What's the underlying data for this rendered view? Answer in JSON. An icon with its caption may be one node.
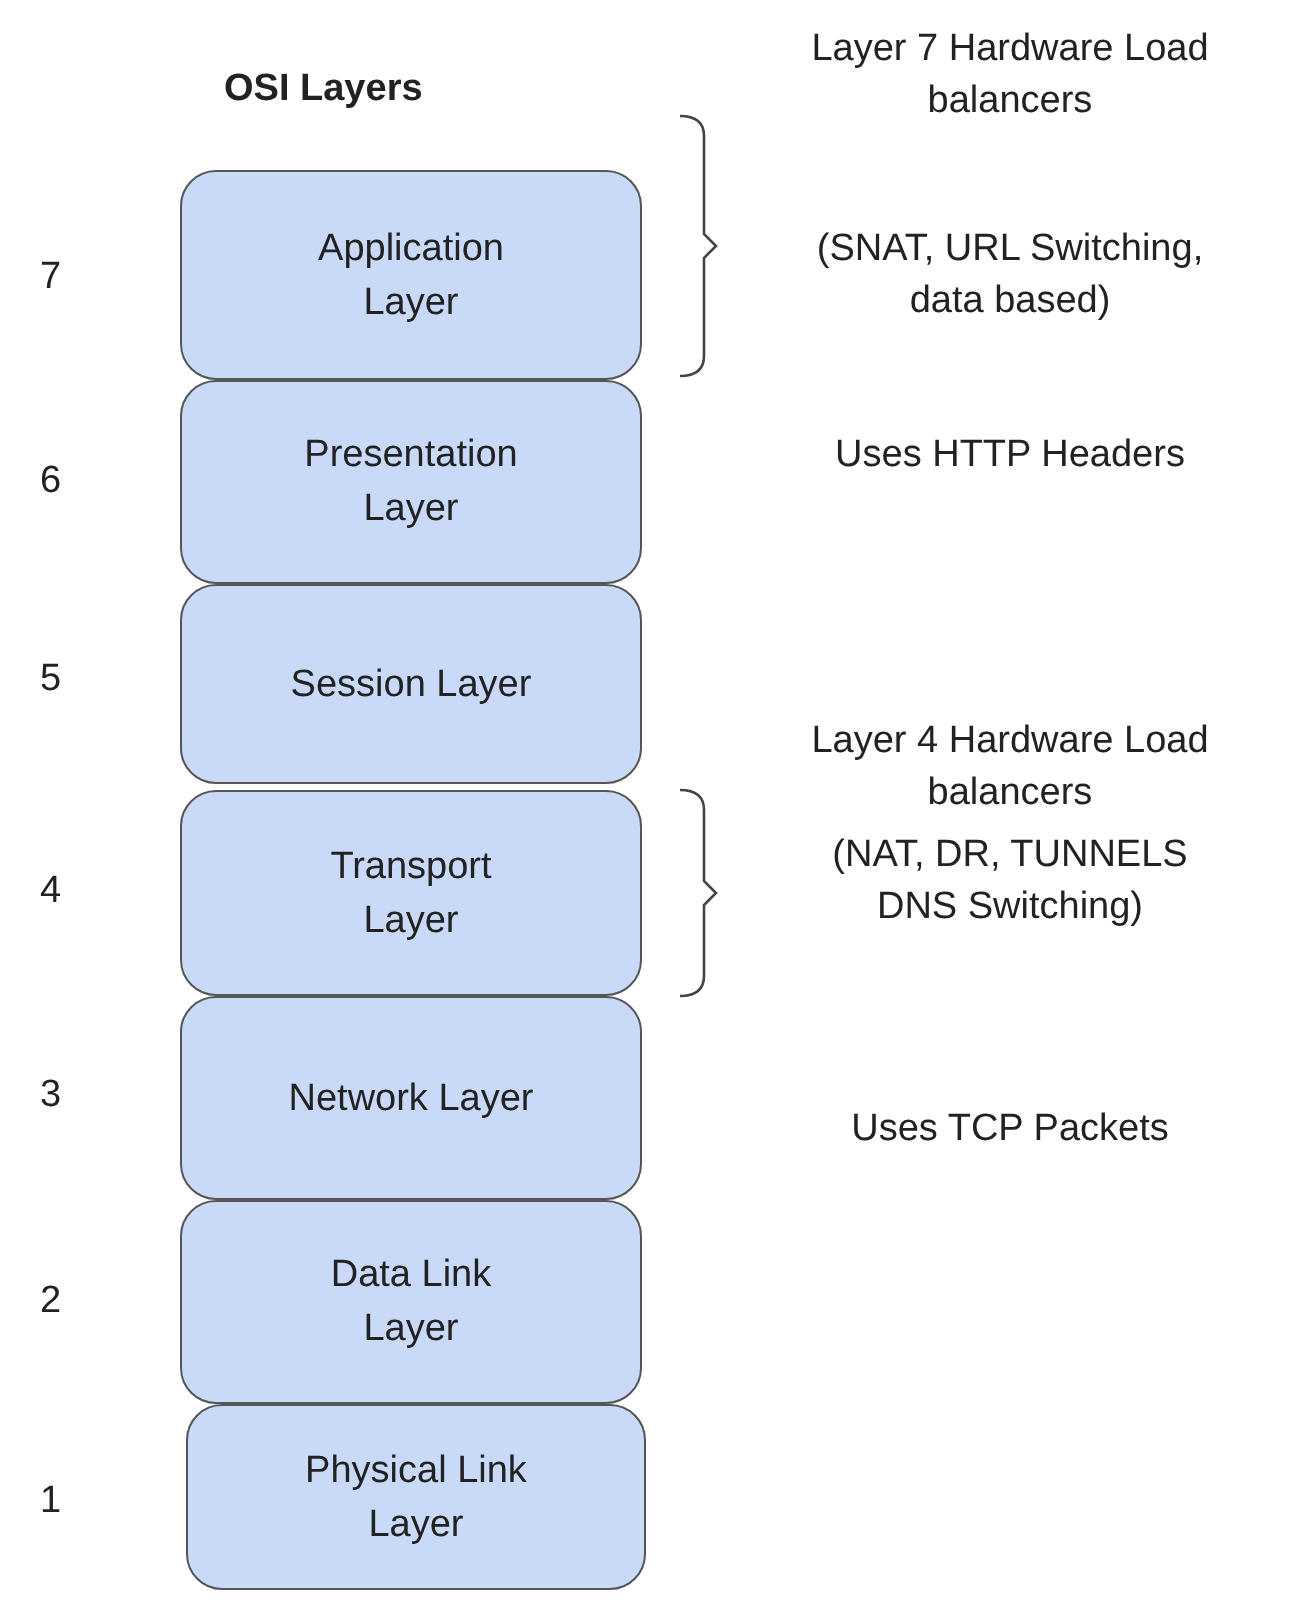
{
  "diagram": {
    "title": "OSI Layers",
    "nodes": [
      {
        "text": [
          "Application Layer"
        ],
        "beside": [
          "7"
        ]
      },
      {
        "text": [
          "Presentation Layer"
        ],
        "beside": [
          "6"
        ]
      },
      {
        "text": [
          "Session Layer"
        ],
        "beside": [
          "5"
        ]
      },
      {
        "text": [
          "Transport Layer"
        ],
        "beside": [
          "4"
        ]
      },
      {
        "text": [
          "Network Layer"
        ],
        "beside": [
          "3"
        ]
      },
      {
        "text": [
          "Data Link Layer"
        ],
        "beside": [
          "2"
        ]
      },
      {
        "text": [
          "Physical Link Layer"
        ],
        "beside": [
          "1"
        ]
      }
    ],
    "labels": [
      "Layer 7 Hardware Load balancers",
      "(SNAT, URL Switching, data based)",
      "Uses HTTP Headers",
      "Layer 4 Hardware Load balancers",
      "(NAT, DR, TUNNELS DNS Switching)",
      "Uses TCP Packets"
    ]
  }
}
